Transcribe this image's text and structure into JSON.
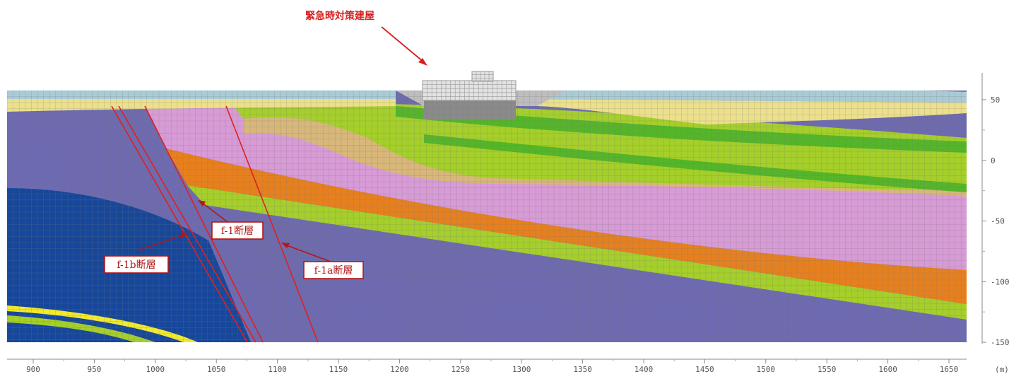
{
  "annotations": {
    "building_label": "緊急時対策建屋",
    "faults": [
      {
        "id": "f1",
        "label": "f-1断層"
      },
      {
        "id": "f1a",
        "label": "f-1a断層"
      },
      {
        "id": "f1b",
        "label": "f-1b断層"
      }
    ]
  },
  "x_axis": {
    "unit": "(m)",
    "ticks": [
      "900",
      "950",
      "1000",
      "1050",
      "1100",
      "1150",
      "1200",
      "1250",
      "1300",
      "1350",
      "1400",
      "1450",
      "1500",
      "1550",
      "1600",
      "1650"
    ]
  },
  "y_axis": {
    "ticks": [
      "50",
      "0",
      "-50",
      "-100",
      "-150"
    ]
  },
  "colors": {
    "fault_line": "#e02020",
    "annotation_red": "#d62020",
    "mesh": "#7a7a7a",
    "layer_dark_blue": "#17479a",
    "layer_slate_blue": "#6e6ab0",
    "layer_pink": "#d79bd6",
    "layer_orange": "#e6801e",
    "layer_green": "#55b52a",
    "layer_light_green": "#a5cf2a",
    "layer_yellow_green": "#cddc4a",
    "layer_tan": "#d8b77a",
    "layer_pale_yellow": "#ece08c",
    "layer_light_blue": "#a9cbd6",
    "layer_building_gray": "#d9d9d9",
    "layer_yellow": "#f2ea2e"
  }
}
